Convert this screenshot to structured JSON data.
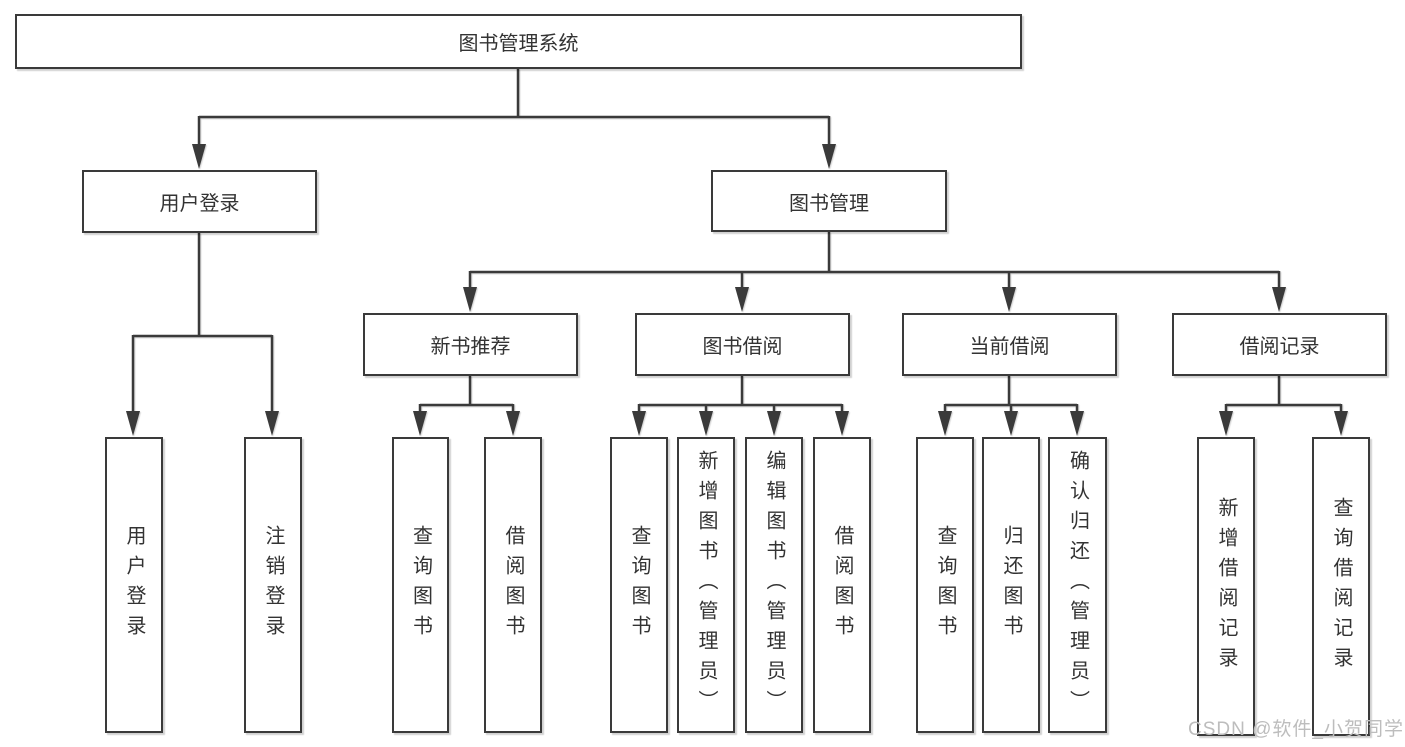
{
  "diagram": {
    "title_node": "图书管理系统",
    "level2": {
      "user_login": "用户登录",
      "book_management": "图书管理"
    },
    "level3": {
      "new_book_recommend": "新书推荐",
      "book_borrow": "图书借阅",
      "current_borrow": "当前借阅",
      "borrow_records": "借阅记录"
    },
    "leaves": {
      "user_login": "用户登录",
      "logout": "注销登录",
      "nb_query_books": "查询图书",
      "nb_borrow_books": "借阅图书",
      "bb_query_books": "查询图书",
      "bb_add_books_admin": "新增图书（管理员）",
      "bb_edit_books_admin": "编辑图书（管理员）",
      "bb_borrow_books": "借阅图书",
      "cb_query_books": "查询图书",
      "cb_return_books": "归还图书",
      "cb_confirm_return_admin": "确认归还（管理员）",
      "br_add_record": "新增借阅记录",
      "br_query_record": "查询借阅记录"
    }
  },
  "watermark": {
    "text": "CSDN @软件_小贺同学",
    "color": "#bdbdbd"
  },
  "colors": {
    "line": "#3a3a3a",
    "text": "#333333",
    "background": "#ffffff"
  }
}
